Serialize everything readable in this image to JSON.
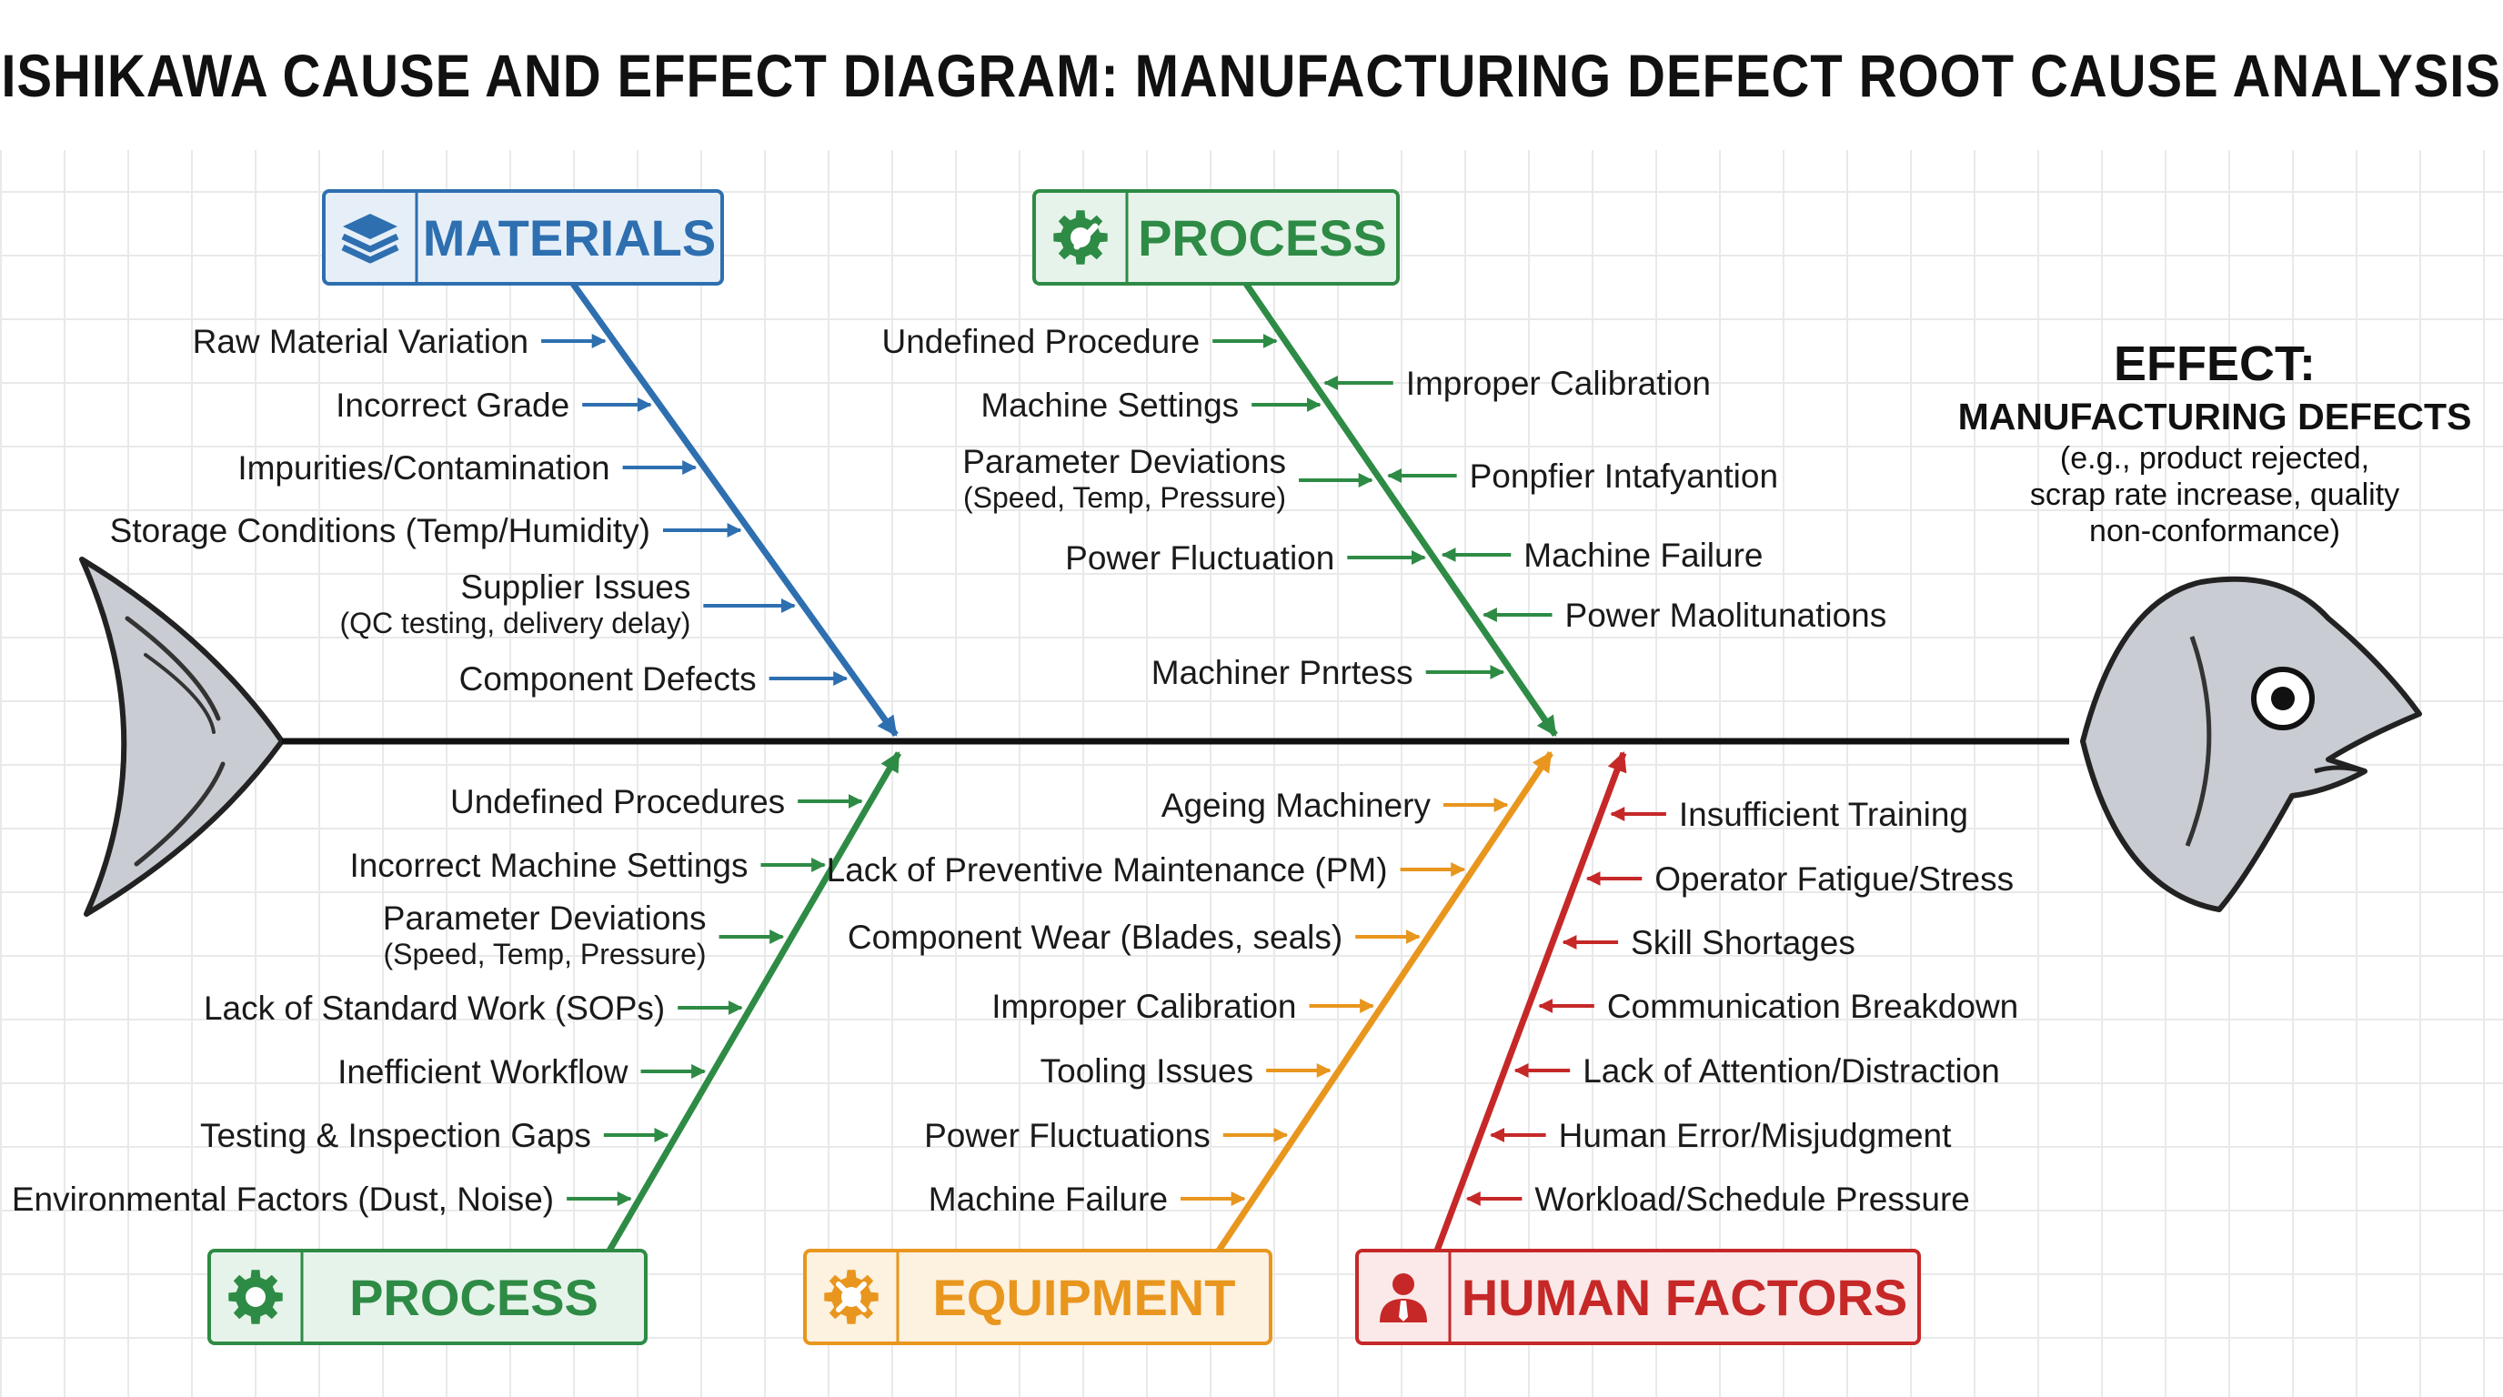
{
  "title": "ISHIKAWA CAUSE AND EFFECT DIAGRAM: MANUFACTURING DEFECT ROOT CAUSE ANALYSIS",
  "effect": {
    "heading": "EFFECT:",
    "subheading": "MANUFACTURING DEFECTS",
    "description": [
      "(e.g., product rejected,",
      "scrap rate increase, quality",
      "non-conformance)"
    ]
  },
  "categories": {
    "materials": {
      "label": "MATERIALS",
      "icon": "layers-icon",
      "color": "#2e6fb0",
      "causes": [
        {
          "text": "Raw Material Variation"
        },
        {
          "text": "Incorrect Grade"
        },
        {
          "text": "Impurities/Contamination"
        },
        {
          "text": "Storage Conditions (Temp/Humidity)"
        },
        {
          "text": "Supplier Issues",
          "sub": "(QC testing, delivery delay)"
        },
        {
          "text": "Component Defects"
        }
      ]
    },
    "process_top": {
      "label": "PROCESS",
      "icon": "gear-wrench-icon",
      "color": "#2e8b45",
      "causes_left": [
        {
          "text": "Undefined Procedure"
        },
        {
          "text": "Machine Settings"
        },
        {
          "text": "Parameter Deviations",
          "sub": "(Speed, Temp, Pressure)"
        },
        {
          "text": "Power Fluctuation"
        },
        {
          "text": "Machiner Pnrtess"
        }
      ],
      "causes_right": [
        {
          "text": "Improper Calibration"
        },
        {
          "text": "Ponpfier Intafyantion"
        },
        {
          "text": "Machine Failure"
        },
        {
          "text": "Power Maolitunations"
        }
      ]
    },
    "process_bottom": {
      "label": "PROCESS",
      "icon": "gear-icon",
      "color": "#2e8b45",
      "causes": [
        {
          "text": "Undefined Procedures"
        },
        {
          "text": "Incorrect Machine Settings"
        },
        {
          "text": "Parameter Deviations",
          "sub": "(Speed, Temp, Pressure)"
        },
        {
          "text": "Lack of Standard Work (SOPs)"
        },
        {
          "text": "Inefficient Workflow"
        },
        {
          "text": "Testing & Inspection Gaps"
        },
        {
          "text": "Environmental Factors (Dust, Noise)"
        }
      ]
    },
    "equipment": {
      "label": "EQUIPMENT",
      "icon": "gear-tools-icon",
      "color": "#e8961e",
      "causes": [
        {
          "text": "Ageing Machinery"
        },
        {
          "text": "Lack of Preventive Maintenance (PM)"
        },
        {
          "text": "Component Wear (Blades, seals)"
        },
        {
          "text": "Improper Calibration"
        },
        {
          "text": "Tooling Issues"
        },
        {
          "text": "Power Fluctuations"
        },
        {
          "text": "Machine Failure"
        }
      ]
    },
    "human": {
      "label": "HUMAN FACTORS",
      "icon": "person-icon",
      "color": "#c62828",
      "causes": [
        {
          "text": "Insufficient Training"
        },
        {
          "text": "Operator Fatigue/Stress"
        },
        {
          "text": "Skill Shortages"
        },
        {
          "text": "Communication Breakdown"
        },
        {
          "text": "Lack of Attention/Distraction"
        },
        {
          "text": "Human Error/Misjudgment"
        },
        {
          "text": "Workload/Schedule Pressure"
        }
      ]
    }
  },
  "colors": {
    "spine": "#111111",
    "fish": "#c9ccd2",
    "fish_outline": "#222222"
  }
}
